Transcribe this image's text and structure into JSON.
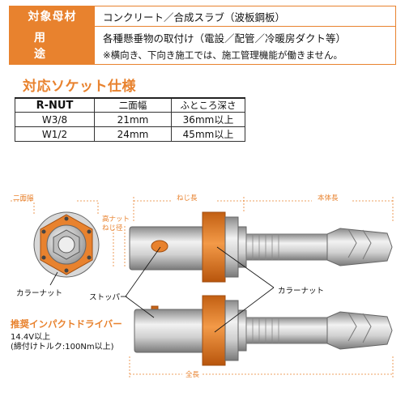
{
  "info": {
    "target_label": "対象母材",
    "target_value": "コンクリート／合成スラブ（波板鋼板）",
    "use_label": "用途",
    "use_value": "各種懸垂物の取付け（電設／配管／冷暖房ダクト等）",
    "use_note": "※横向き、下向き施工では、施工管理機能が働きません。"
  },
  "socket": {
    "heading": "対応ソケット仕様",
    "headers": [
      "R-NUT",
      "二面幅",
      "ふところ深さ"
    ],
    "rows": [
      [
        "W3/8",
        "21mm",
        "36mm以上"
      ],
      [
        "W1/2",
        "24mm",
        "45mm以上"
      ]
    ]
  },
  "diagram": {
    "labels": {
      "width_across": "二面幅",
      "screw_length": "ねじ長",
      "body_length": "本体長",
      "high_nut": "高ナット",
      "screw_dia": "ねじ径",
      "collar_nut_left": "カラーナット",
      "stopper": "ストッパー",
      "collar_nut_right": "カラーナット",
      "total_length": "全長"
    },
    "colors": {
      "accent": "#e8822e",
      "metal": "#c8c8c8"
    }
  },
  "impact": {
    "heading": "推奨インパクトドライバー",
    "line1": "14.4V以上",
    "line2": "(締付けトルク:100Nm以上)"
  }
}
